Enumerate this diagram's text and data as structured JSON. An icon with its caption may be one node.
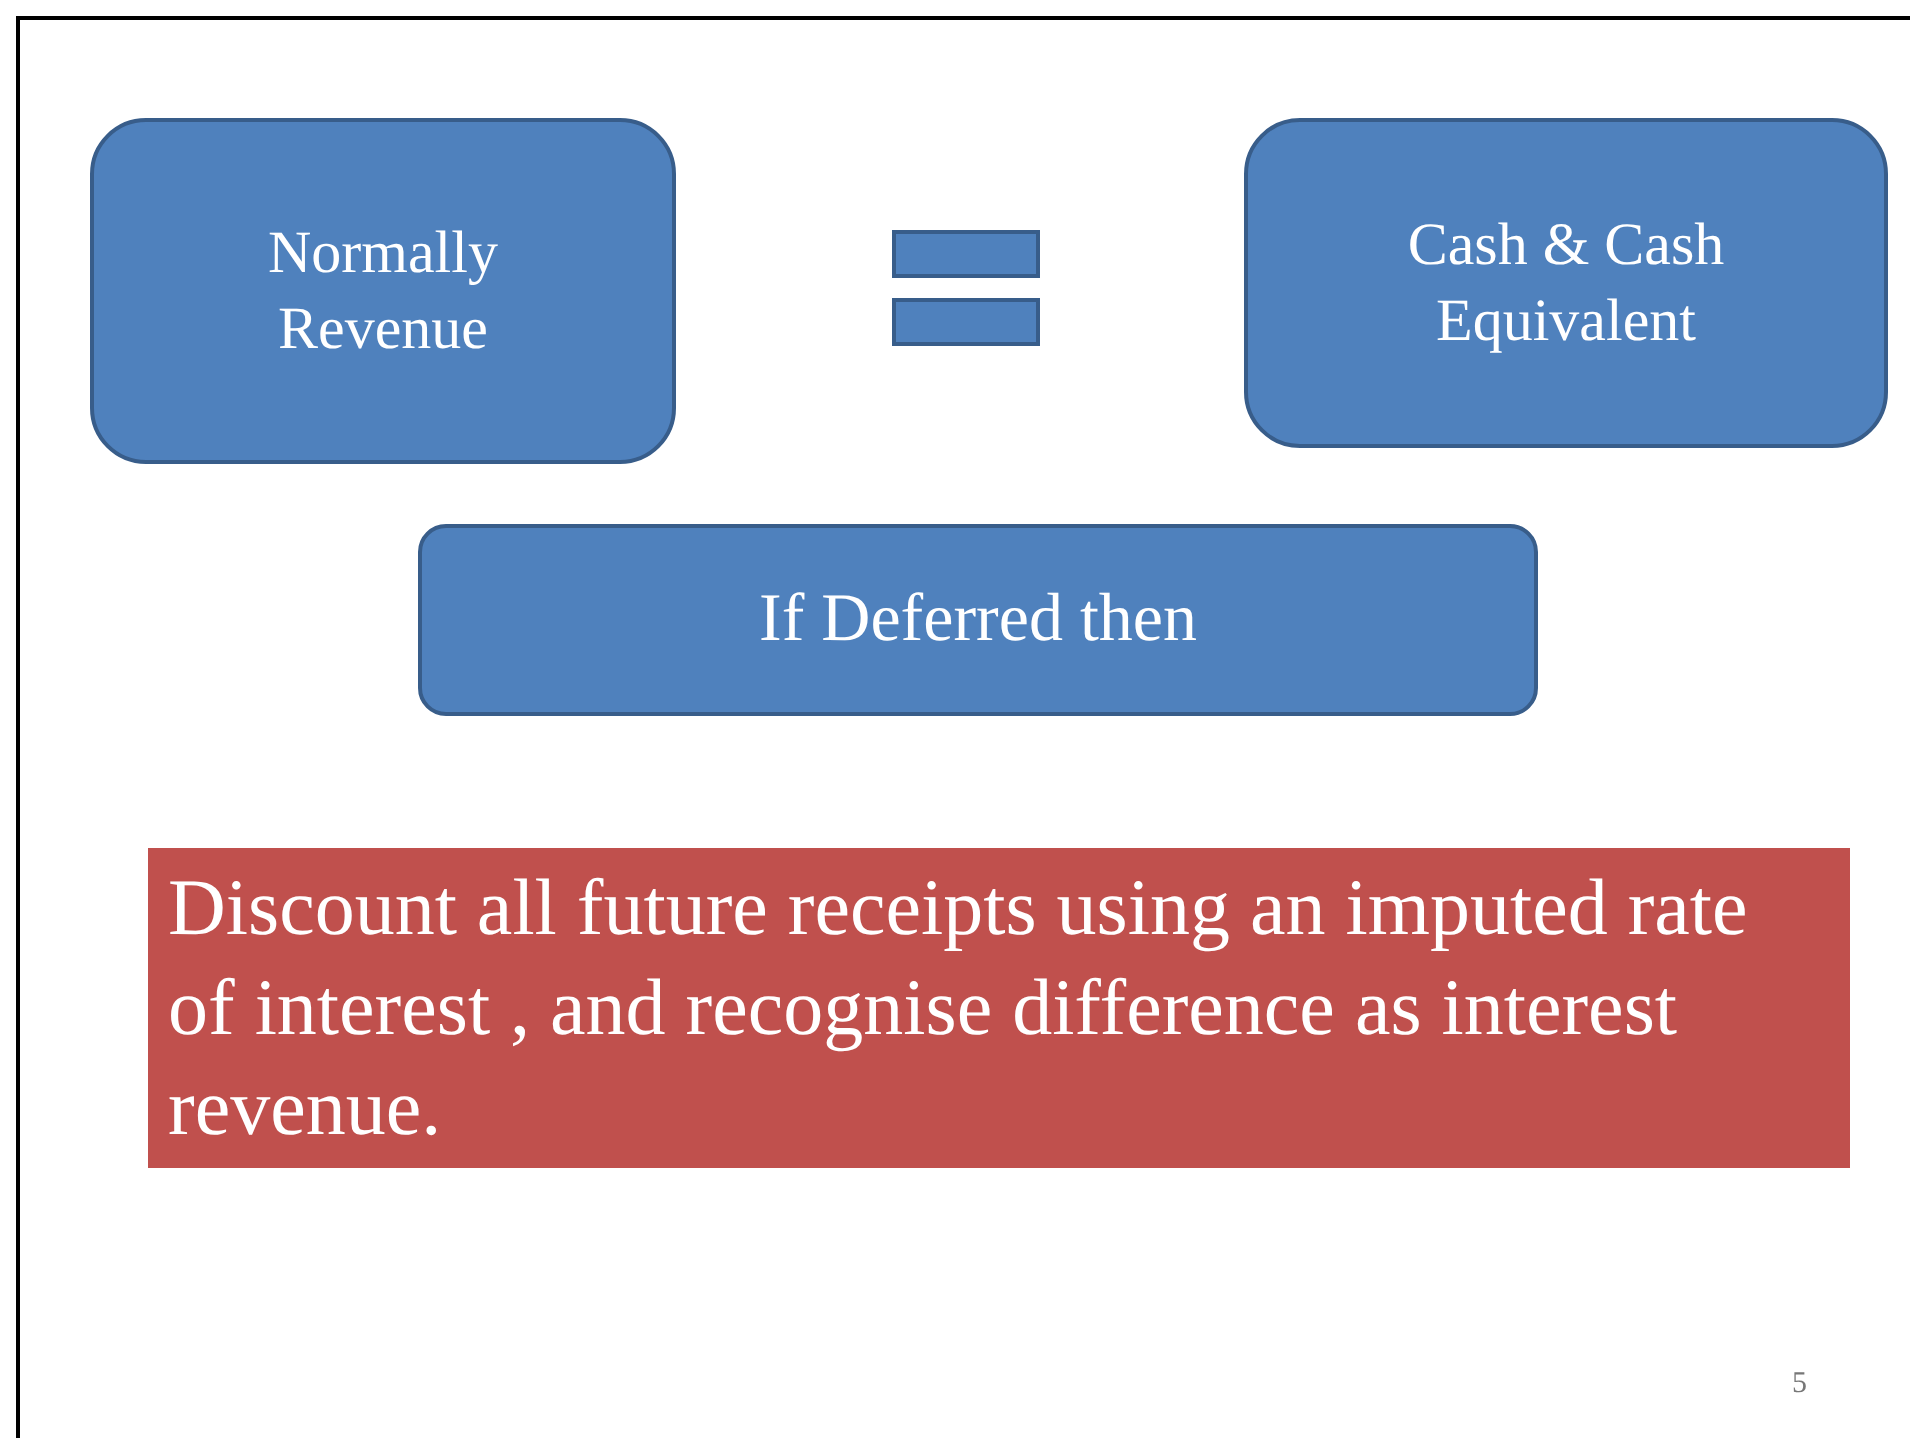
{
  "diagram": {
    "nodes": [
      {
        "text": [
          "Normally Revenue"
        ]
      },
      {
        "text": [
          "Cash & Cash Equivalent"
        ]
      },
      {
        "text": [
          "If Deferred then"
        ]
      },
      {
        "text": [
          "Discount all future receipts using an imputed rate of interest , and recognise difference as interest revenue."
        ]
      }
    ],
    "labels": [
      "5"
    ]
  }
}
